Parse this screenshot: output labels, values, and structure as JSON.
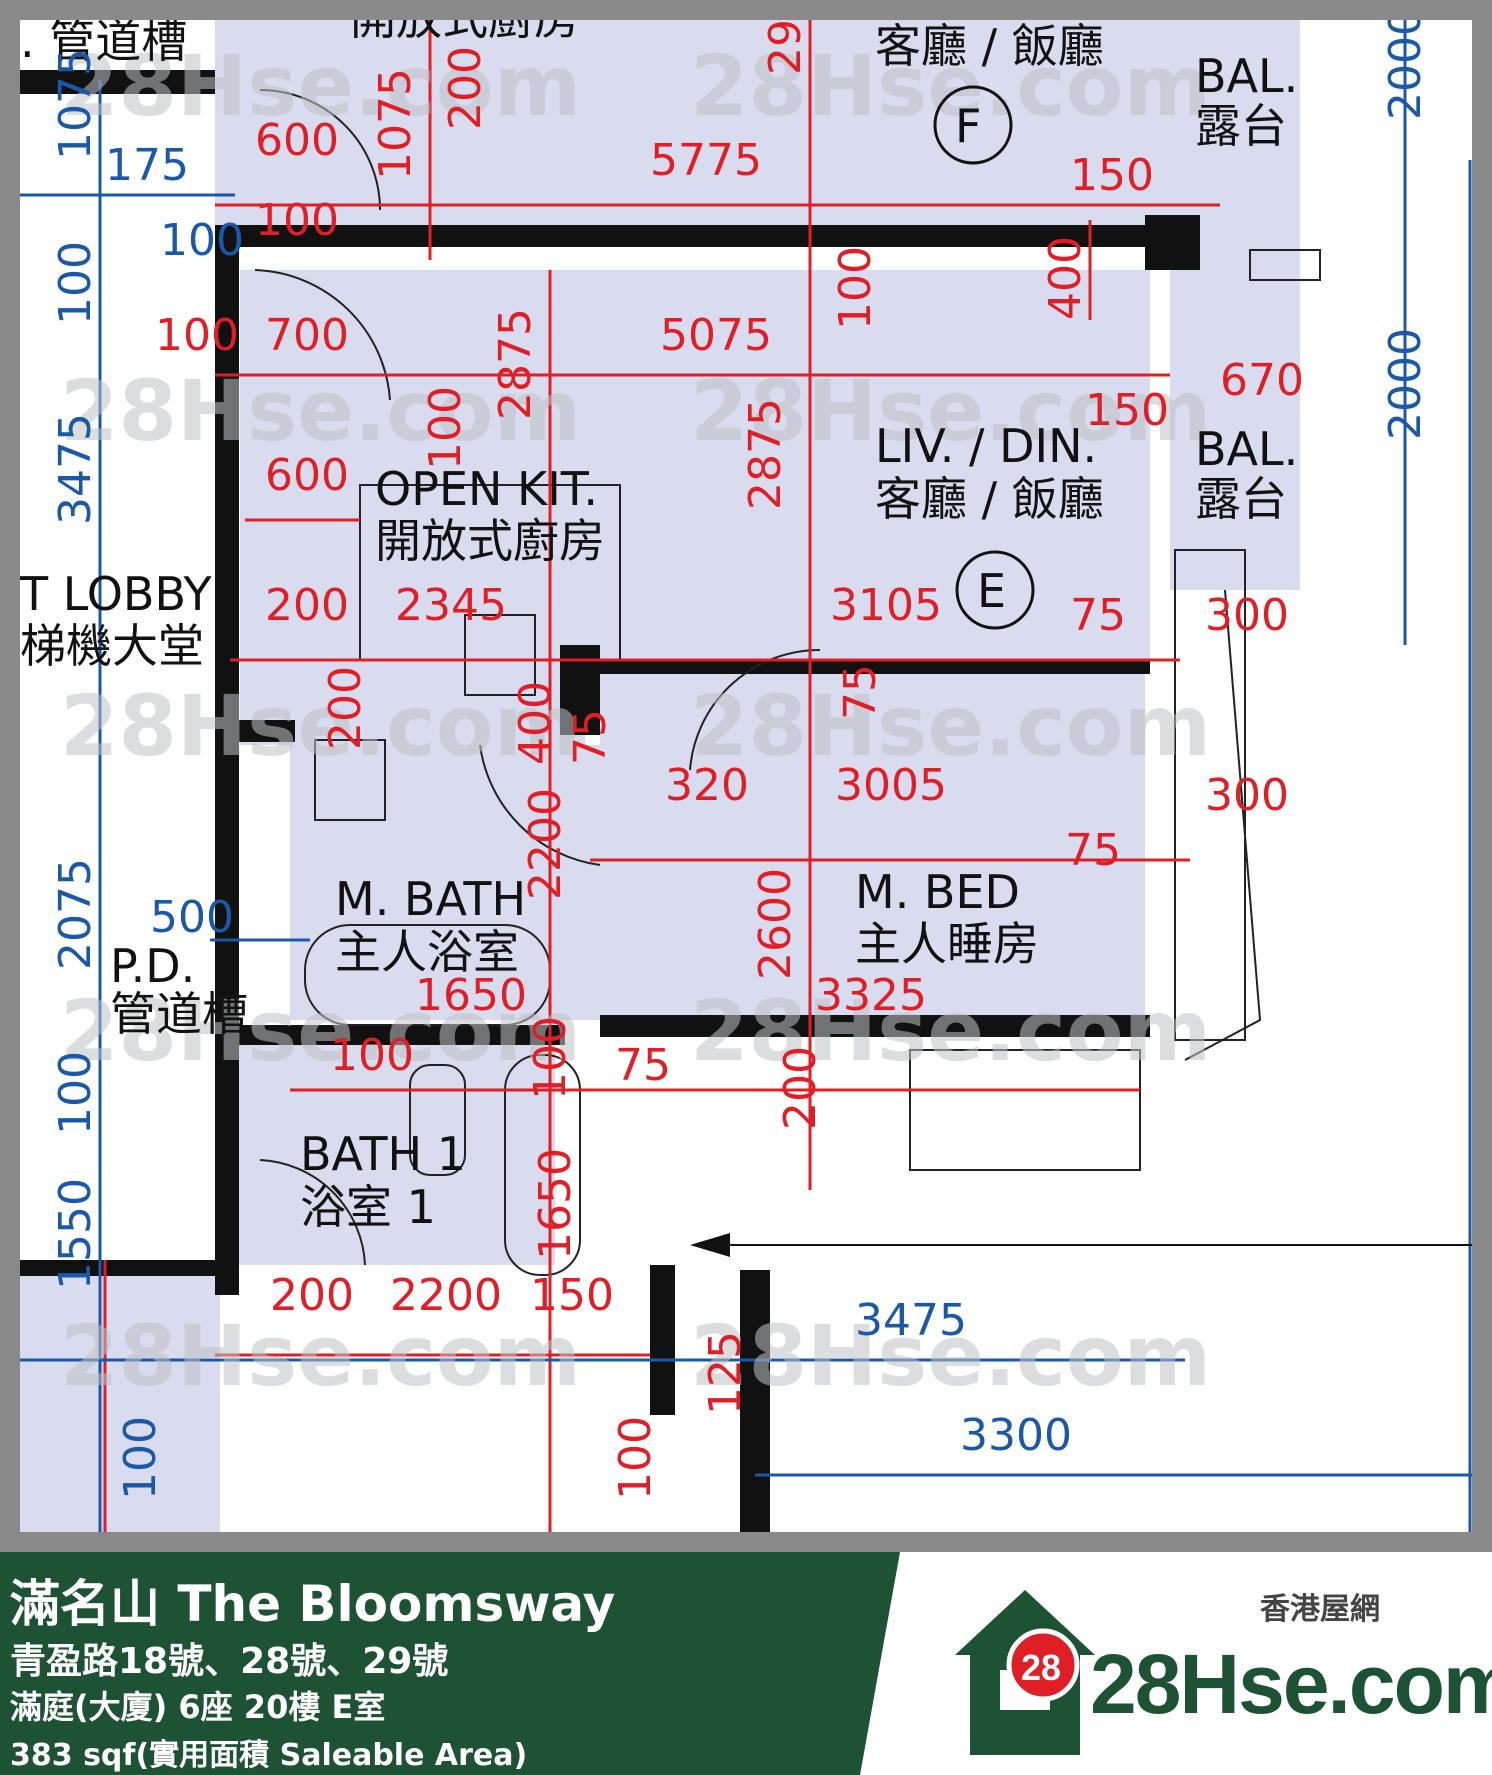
{
  "plan": {
    "rooms": {
      "liv_din_f": {
        "zh": "客廳 / 飯廳",
        "mark": "F"
      },
      "liv_din_e": {
        "en": "LIV. / DIN.",
        "zh": "客廳 / 飯廳",
        "mark": "E"
      },
      "bal_top": {
        "en": "BAL.",
        "zh": "露台"
      },
      "bal_mid": {
        "en": "BAL.",
        "zh": "露台"
      },
      "open_kit": {
        "en": "OPEN KIT.",
        "zh": "開放式廚房"
      },
      "open_kit_top_partial": "開放式廚房",
      "m_bath": {
        "en": "M. BATH",
        "zh": "主人浴室"
      },
      "m_bed": {
        "en": "M. BED",
        "zh": "主人睡房"
      },
      "bath1": {
        "en": "BATH 1",
        "zh": "浴室 1"
      },
      "lobby": {
        "en": "T LOBBY",
        "zh": "梯機大堂"
      },
      "pd_top": ". 管道槽",
      "pd": {
        "en": "P.D.",
        "zh": "管道槽"
      }
    },
    "red_dims": [
      "200",
      "29",
      "5775",
      "600",
      "1075",
      "100",
      "150",
      "400",
      "5075",
      "100",
      "700",
      "100",
      "2875",
      "2875",
      "670",
      "150",
      "600",
      "100",
      "200",
      "2345",
      "3105",
      "75",
      "300",
      "75",
      "200",
      "400",
      "75",
      "320",
      "3005",
      "300",
      "75",
      "2200",
      "2600",
      "1650",
      "3325",
      "100",
      "100",
      "75",
      "200",
      "1650",
      "200",
      "2200",
      "150",
      "125",
      "100"
    ],
    "blue_dims": [
      "1075",
      "175",
      "100",
      "100",
      "3475",
      "2000",
      "2000",
      "500",
      "2075",
      "100",
      "1550",
      "100",
      "3475",
      "3300"
    ],
    "watermark": "28Hse.com"
  },
  "info": {
    "title": "滿名山 The Bloomsway",
    "address": "青盈路18號、28號、29號",
    "unit": "滿庭(大廈) 6座 20樓 E室",
    "area": "383 sqf(實用面積 Saleable Area)"
  },
  "logo": {
    "tag": "香港屋網",
    "badge": "28",
    "brand": "28Hse.com"
  },
  "colors": {
    "brand_green": "#1d5234",
    "dim_red": "#e01e26",
    "dim_blue": "#1a59a8",
    "room_fill": "#d9dcef"
  }
}
